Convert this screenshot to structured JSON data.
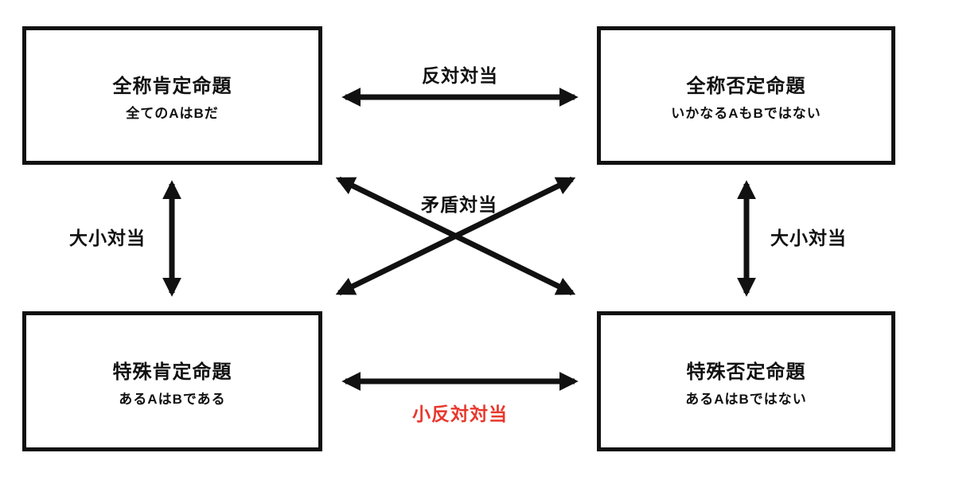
{
  "boxes": {
    "universal_affirmative": {
      "title": "全称肯定命題",
      "subtitle": "全てのAはBだ"
    },
    "universal_negative": {
      "title": "全称否定命題",
      "subtitle": "いかなるAもBではない"
    },
    "particular_affirmative": {
      "title": "特殊肯定命題",
      "subtitle": "あるAはBである"
    },
    "particular_negative": {
      "title": "特殊否定命題",
      "subtitle": "あるAはBではない"
    }
  },
  "relations": {
    "contrary": {
      "label": "反対対当"
    },
    "contradictory": {
      "label": "矛盾対当"
    },
    "subalternation_left": {
      "label": "大小対当"
    },
    "subalternation_right": {
      "label": "大小対当"
    },
    "subcontrary": {
      "label": "小反対対当"
    }
  },
  "colors": {
    "arrow_and_border": "#111111",
    "subcontrary_label": "#e8382d",
    "background": "#ffffff"
  }
}
